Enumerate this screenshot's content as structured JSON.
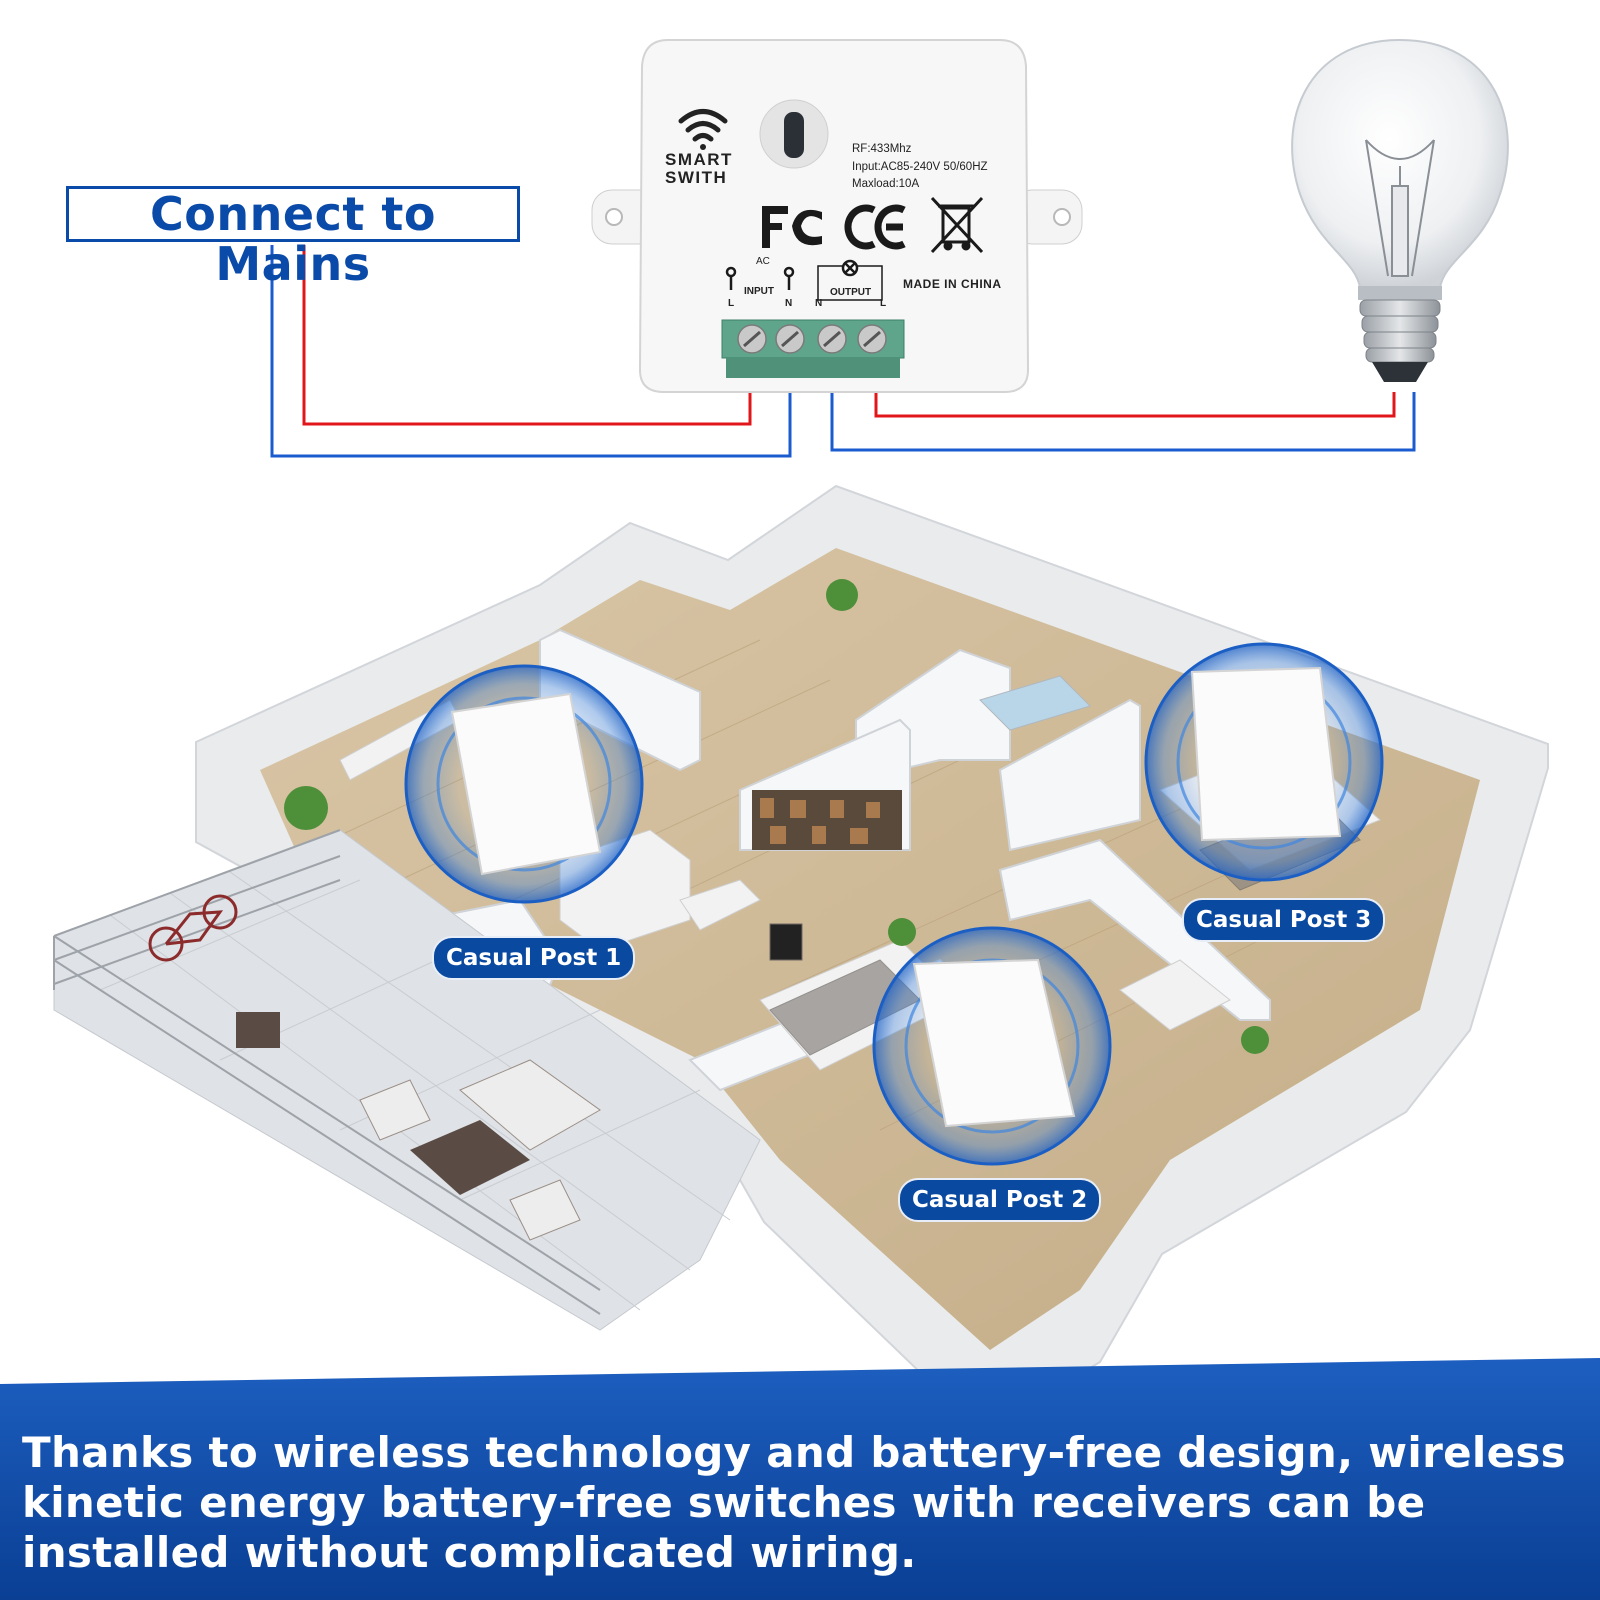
{
  "mains_label": "Connect to Mains",
  "receiver": {
    "brand": "SMART SWITH",
    "spec_rf": "RF:433Mhz",
    "spec_input": "Input:AC85-240V 50/60HZ",
    "spec_load": "Maxload:10A",
    "cert_fc": "FC",
    "cert_ce": "CE",
    "ac_label": "AC",
    "input_label": "INPUT",
    "output_label": "OUTPUT",
    "terminal_l": "L",
    "terminal_n": "N",
    "made_in": "MADE IN CHINA"
  },
  "posts": [
    "Casual Post 1",
    "Casual Post 2",
    "Casual Post 3"
  ],
  "banner_text": "Thanks to wireless technology and battery-free design, wireless kinetic energy battery-free switches with receivers can be installed without complicated wiring.",
  "colors": {
    "brand_blue": "#0a4aa8",
    "wire_red": "#e0161b",
    "wire_blue": "#1a5bd0",
    "banner_blue": "#0b4aa6",
    "terminal_green": "#5fa58c"
  },
  "icons": [
    "wifi-icon",
    "fc-logo",
    "ce-logo",
    "weee-bin-icon",
    "light-bulb",
    "floor-plan"
  ]
}
